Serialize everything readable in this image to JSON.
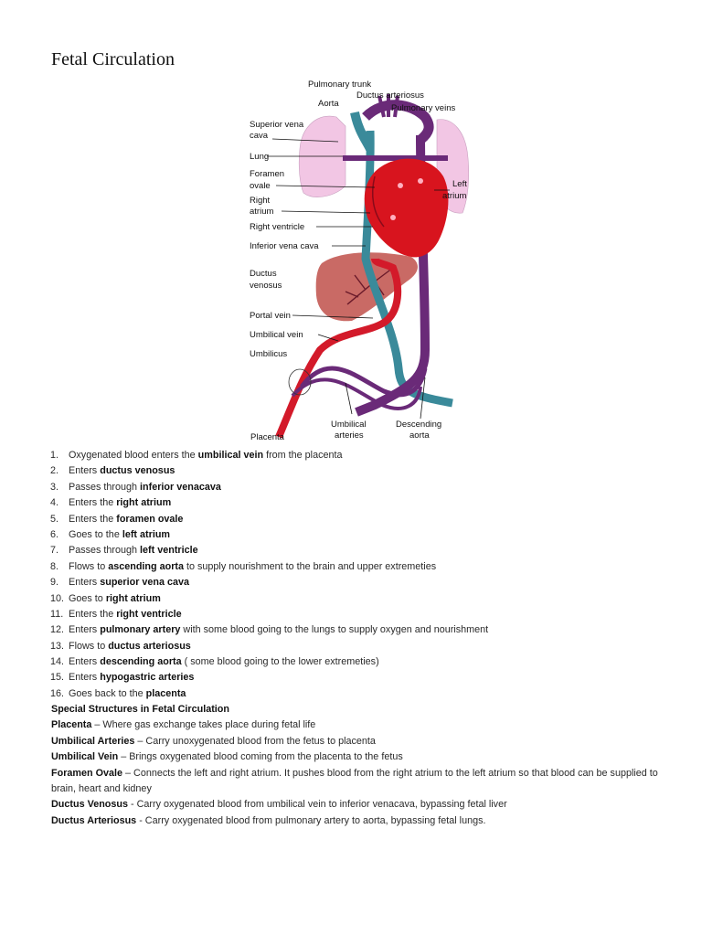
{
  "title": "Fetal Circulation",
  "figure": {
    "labels": {
      "pulmonary_trunk": "Pulmonary trunk",
      "ductus_arteriosus": "Ductus arteriosus",
      "aorta": "Aorta",
      "pulmonary_veins": "Pulmonary veins",
      "superior_vena_cava_1": "Superior vena",
      "superior_vena_cava_2": "cava",
      "lung": "Lung",
      "foramen_ovale_1": "Foramen",
      "foramen_ovale_2": "ovale",
      "left_atrium_1": "Left",
      "left_atrium_2": "atrium",
      "right_atrium_1": "Right",
      "right_atrium_2": "atrium",
      "right_ventricle": "Right ventricle",
      "inferior_vena_cava": "Inferior vena cava",
      "ductus_venosus_1": "Ductus",
      "ductus_venosus_2": "venosus",
      "portal_vein": "Portal vein",
      "umbilical_vein": "Umbilical vein",
      "umbilicus": "Umbilicus",
      "umbilical_arteries_1": "Umbilical",
      "umbilical_arteries_2": "arteries",
      "descending_aorta_1": "Descending",
      "descending_aorta_2": "aorta",
      "placenta": "Placenta"
    },
    "colors": {
      "oxygenated": "#d31a2a",
      "deoxygenated_vessel": "#3a8a9a",
      "mixed": "#6a2a78",
      "lung": "#f2c6e4",
      "liver": "#c0504a",
      "heart": "#d8141e"
    }
  },
  "steps": [
    {
      "num": "1.",
      "pre": "Oxygenated blood enters the ",
      "bold": "umbilical vein",
      "post": " from the placenta"
    },
    {
      "num": "2.",
      "pre": "Enters ",
      "bold": "ductus venosus",
      "post": ""
    },
    {
      "num": "3.",
      "pre": "Passes through ",
      "bold": "inferior venacava",
      "post": ""
    },
    {
      "num": "4.",
      "pre": "Enters the ",
      "bold": "right atrium",
      "post": ""
    },
    {
      "num": "5.",
      "pre": "Enters the ",
      "bold": "foramen ovale",
      "post": ""
    },
    {
      "num": "6.",
      "pre": "Goes to the ",
      "bold": "left atrium",
      "post": ""
    },
    {
      "num": "7.",
      "pre": "Passes through ",
      "bold": "left ventricle",
      "post": ""
    },
    {
      "num": "8.",
      "pre": "Flows to ",
      "bold": "ascending aorta",
      "post": " to supply nourishment to the brain and upper extremeties"
    },
    {
      "num": "9.",
      "pre": "Enters ",
      "bold": "superior vena cava",
      "post": ""
    },
    {
      "num": "10.",
      "pre": "Goes to ",
      "bold": "right atrium",
      "post": ""
    },
    {
      "num": "11.",
      "pre": "Enters the ",
      "bold": "right ventricle",
      "post": ""
    },
    {
      "num": "12.",
      "pre": "Enters ",
      "bold": "pulmonary artery",
      "post": " with some blood going to the lungs to supply oxygen and nourishment"
    },
    {
      "num": "13.",
      "pre": "Flows to ",
      "bold": "ductus arteriosus",
      "post": ""
    },
    {
      "num": "14.",
      "pre": "Enters ",
      "bold": "descending aorta",
      "post": " ( some blood going to the lower extremeties)"
    },
    {
      "num": "15.",
      "pre": "Enters ",
      "bold": "hypogastric arteries",
      "post": ""
    },
    {
      "num": "16.",
      "pre": "Goes back to the ",
      "bold": "placenta",
      "post": ""
    }
  ],
  "special": {
    "heading": "Special Structures in Fetal Circulation",
    "items": [
      {
        "term": "Placenta",
        "def": " – Where gas exchange takes place during fetal life"
      },
      {
        "term": "Umbilical Arteries",
        "def": " – Carry unoxygenated blood from the fetus to placenta"
      },
      {
        "term": "Umbilical Vein",
        "def": " – Brings oxygenated blood coming from the placenta to the fetus"
      },
      {
        "term": "Foramen Ovale",
        "def": " – Connects the left and right atrium. It pushes blood from the right atrium to the left atrium so that blood can be supplied to brain, heart and kidney"
      },
      {
        "term": "Ductus Venosus",
        "def": " - Carry oxygenated blood from umbilical vein to inferior venacava, bypassing fetal liver"
      },
      {
        "term": "Ductus Arteriosus",
        "def": " - Carry oxygenated blood from pulmonary artery to aorta, bypassing fetal lungs."
      }
    ]
  }
}
